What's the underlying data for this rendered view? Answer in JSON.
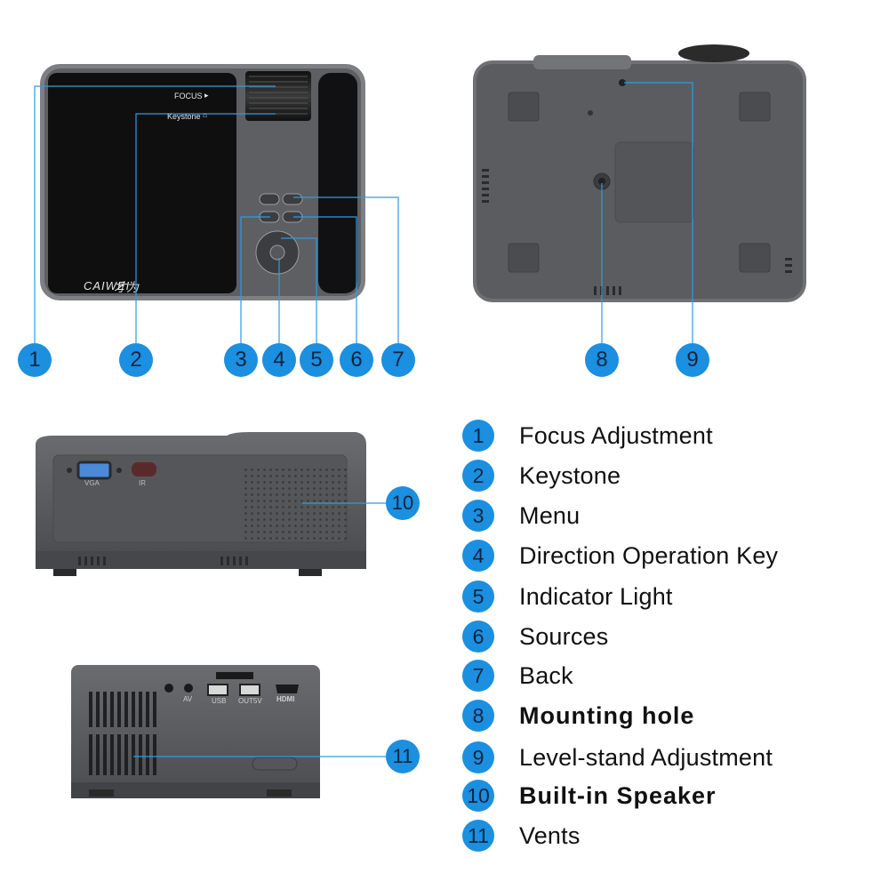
{
  "top_view": {
    "focus_label": "FOCUS",
    "keystone_label": "Keystone",
    "brand": "CAIWEI"
  },
  "side_view": {
    "vga_label": "VGA",
    "ir_label": "IR"
  },
  "back_view": {
    "av_label": "AV",
    "usb_label": "USB",
    "out5v_label": "OUT5V",
    "hdmi_label": "HDMI"
  },
  "callouts": [
    "1",
    "2",
    "3",
    "4",
    "5",
    "6",
    "7",
    "8",
    "9",
    "10",
    "11"
  ],
  "legend": [
    {
      "num": "1",
      "label": "Focus Adjustment",
      "bold": false
    },
    {
      "num": "2",
      "label": "Keystone",
      "bold": false
    },
    {
      "num": "3",
      "label": "Menu",
      "bold": false
    },
    {
      "num": "4",
      "label": "Direction Operation Key",
      "bold": false
    },
    {
      "num": "5",
      "label": "Indicator Light",
      "bold": false
    },
    {
      "num": "6",
      "label": "Sources",
      "bold": false
    },
    {
      "num": "7",
      "label": "Back",
      "bold": false
    },
    {
      "num": "8",
      "label": "Mounting hole",
      "bold": true
    },
    {
      "num": "9",
      "label": "Level-stand Adjustment",
      "bold": false
    },
    {
      "num": "10",
      "label": "Built-in Speaker",
      "bold": true
    },
    {
      "num": "11",
      "label": "Vents",
      "bold": false
    }
  ],
  "colors": {
    "badge": "#1b8fe0",
    "line": "#2a9de8",
    "body": "#5b5d61"
  }
}
